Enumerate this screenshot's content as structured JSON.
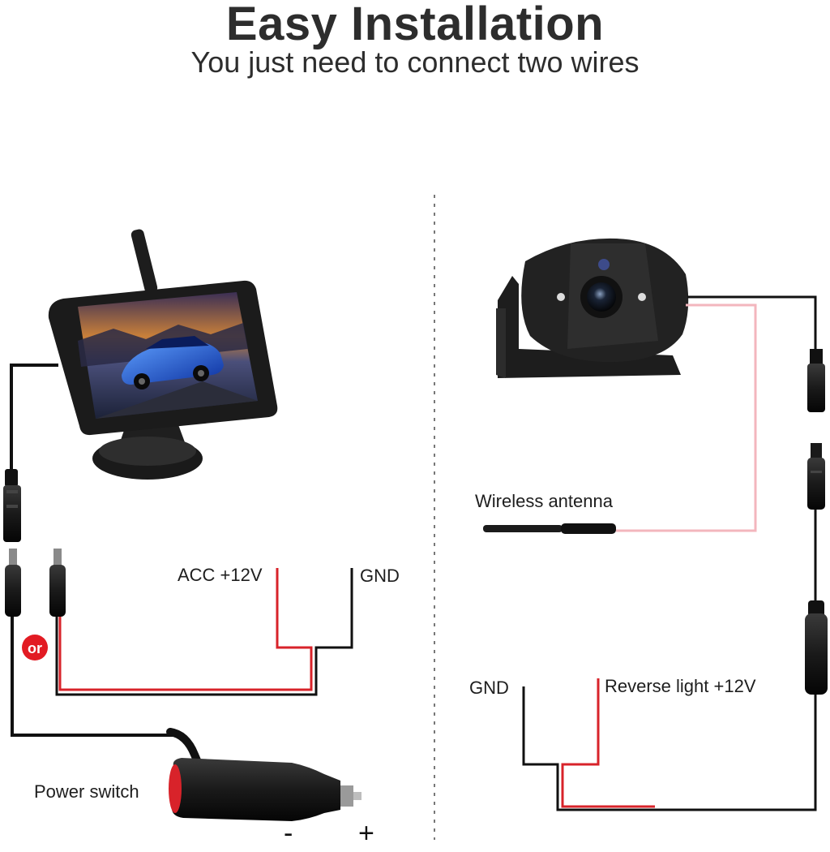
{
  "header": {
    "title": "Easy Installation",
    "subtitle": "You just need to connect two wires"
  },
  "left": {
    "acc_label": "ACC +12V",
    "gnd_label": "GND",
    "or_badge": "or",
    "power_switch_label": "Power switch",
    "minus_sign": "-",
    "plus_sign": "+"
  },
  "right": {
    "antenna_label": "Wireless antenna",
    "gnd_label": "GND",
    "reverse_label": "Reverse light +12V"
  },
  "colors": {
    "wire_black": "#111111",
    "wire_red": "#d8232a",
    "wire_pink": "#f3b6bd",
    "badge_red": "#e21b23"
  }
}
